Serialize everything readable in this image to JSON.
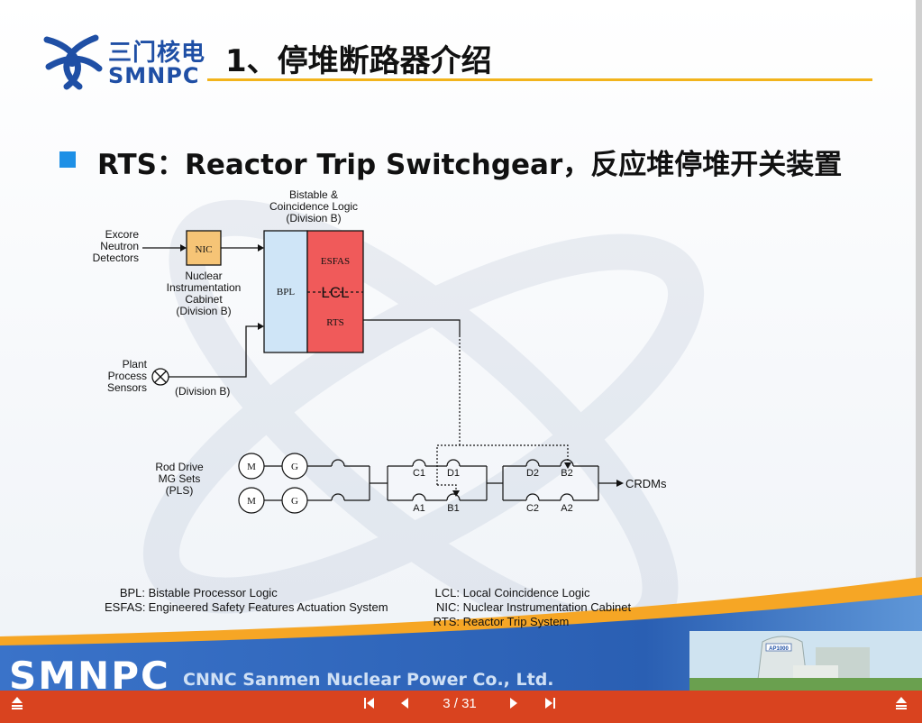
{
  "header": {
    "title": "1、停堆断路器介绍",
    "logo_cn": "三门核电",
    "logo_en": "SMNPC"
  },
  "bullet": "RTS：Reactor Trip Switchgear，反应堆停堆开关装置",
  "diagram": {
    "bistable_title": [
      "Bistable &",
      "Coincidence Logic",
      "(Division B)"
    ],
    "excore": [
      "Excore",
      "Neutron",
      "Detectors"
    ],
    "nic_box": "NIC",
    "nic_caption": [
      "Nuclear",
      "Instrumentation",
      "Cabinet",
      "(Division B)"
    ],
    "bpl": "BPL",
    "esfas": "ESFAS",
    "lcl": "LCL",
    "rts": "RTS",
    "plant": [
      "Plant",
      "Process",
      "Sensors"
    ],
    "division_b": "(Division B)",
    "rod_drive": [
      "Rod Drive",
      "MG Sets",
      "(PLS)"
    ],
    "motor": "M",
    "generator": "G",
    "breakers": {
      "c1": "C1",
      "d1": "D1",
      "a1": "A1",
      "b1": "B1",
      "d2": "D2",
      "b2": "B2",
      "c2": "C2",
      "a2": "A2"
    },
    "crdms": "CRDMs",
    "colors": {
      "nic": "#f6c476",
      "bpl": "#cfe5f7",
      "logic": "#f05a5a"
    }
  },
  "legend": {
    "left": [
      {
        "key": "BPL:",
        "text": "Bistable Processor Logic"
      },
      {
        "key": "ESFAS:",
        "text": "Engineered Safety Features Actuation System"
      }
    ],
    "right": [
      {
        "key": "LCL:",
        "text": "Local Coincidence Logic"
      },
      {
        "key": "NIC:",
        "text": "Nuclear Instrumentation Cabinet"
      },
      {
        "key": "RTS:",
        "text": "Reactor Trip System"
      }
    ]
  },
  "footer": {
    "brand": "SMNPC",
    "company": "CNNC Sanmen Nuclear Power Co., Ltd.",
    "plant_sign": "AP1000"
  },
  "nav": {
    "page": "3 / 31",
    "menu_icon": "menu-up-icon",
    "first_icon": "first-page-icon",
    "prev_icon": "prev-page-icon",
    "next_icon": "next-page-icon",
    "last_icon": "last-page-icon"
  }
}
